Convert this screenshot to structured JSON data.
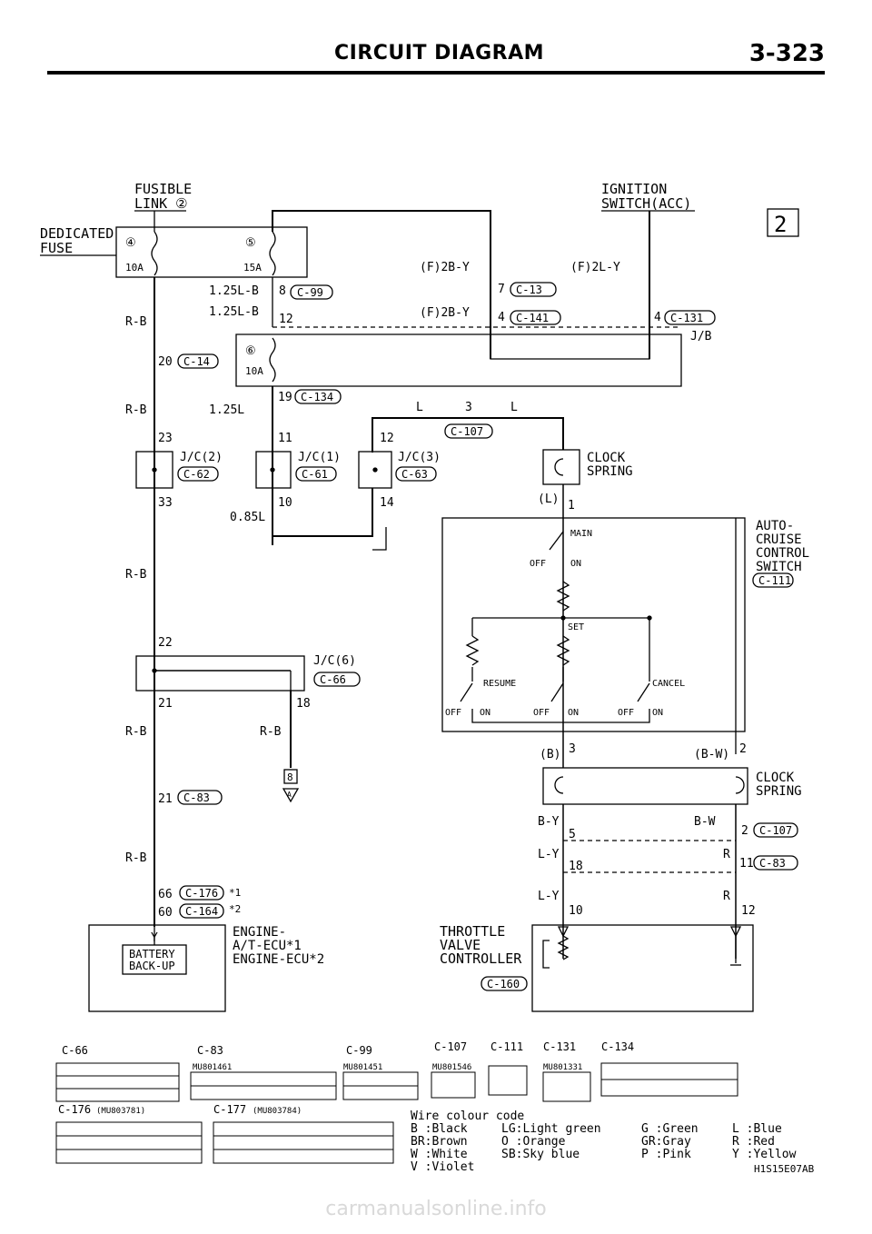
{
  "header": {
    "title": "CIRCUIT DIAGRAM",
    "page": "3-323"
  },
  "sheet_index": "2",
  "labels": {
    "fusible_link_1": "FUSIBLE",
    "fusible_link_2": "LINK ②",
    "dedicated_fuse_1": "DEDICATED",
    "dedicated_fuse_2": "FUSE",
    "ignition_1": "IGNITION",
    "ignition_2": "SWITCH(ACC)",
    "fuse4": "④",
    "fuse5": "⑤",
    "fuse6": "⑥",
    "amp10a": "10A",
    "amp15a": "15A",
    "amp10b": "10A",
    "jb": "J/B",
    "wire_125lb_1": "1.25L-B",
    "wire_125lb_2": "1.25L-B",
    "wire_125l": "1.25L",
    "wire_085l": "0.85L",
    "f2by_1": "(F)2B-Y",
    "f2by_2": "(F)2B-Y",
    "f2ly": "(F)2L-Y",
    "rb1": "R-B",
    "rb2": "R-B",
    "rb3": "R-B",
    "rb4": "R-B",
    "rb5": "R-B",
    "rb6": "R-B",
    "l1": "L",
    "l2": "L",
    "n3": "3",
    "jc2": "J/C(2)",
    "jc1": "J/C(1)",
    "jc3": "J/C(3)",
    "jc6": "J/C(6)",
    "clock_spring_1a": "CLOCK",
    "clock_spring_1b": "SPRING",
    "clock_spring_2a": "CLOCK",
    "clock_spring_2b": "SPRING",
    "auto_1": "AUTO-",
    "auto_2": "CRUISE",
    "auto_3": "CONTROL",
    "auto_4": "SWITCH",
    "main": "MAIN",
    "set": "SET",
    "resume": "RESUME",
    "cancel": "CANCEL",
    "off_on": "OFF",
    "on": "ON",
    "L_paren": "(L)",
    "B_paren": "(B)",
    "BW_paren": "(B-W)",
    "by": "B-Y",
    "bw": "B-W",
    "ly1": "L-Y",
    "ly2": "L-Y",
    "r1": "R",
    "r2": "R",
    "battery_1": "BATTERY",
    "battery_2": "BACK-UP",
    "engine_1": "ENGINE-",
    "engine_2": "A/T-ECU*1",
    "engine_3": "ENGINE-ECU*2",
    "y_label": "Y",
    "throttle_1": "THROTTLE",
    "throttle_2": "VALVE",
    "throttle_3": "CONTROLLER",
    "star1": "*1",
    "star2": "*2",
    "ground_8": "8",
    "ground_A": "A"
  },
  "pins": [
    "8",
    "12",
    "7",
    "4",
    "4",
    "20",
    "19",
    "23",
    "11",
    "12",
    "33",
    "10",
    "14",
    "1",
    "22",
    "21",
    "18",
    "21",
    "3",
    "2",
    "5",
    "2",
    "18",
    "11",
    "66",
    "60",
    "10",
    "12"
  ],
  "connectors": [
    "C-99",
    "C-13",
    "C-141",
    "C-131",
    "C-14",
    "C-134",
    "C-107",
    "C-62",
    "C-61",
    "C-63",
    "C-111",
    "C-66",
    "C-83",
    "C-176",
    "C-164",
    "C-107",
    "C-83",
    "C-160"
  ],
  "legend_connectors": {
    "c66": "C-66",
    "c83": "C-83",
    "c99": "C-99",
    "c107": "C-107",
    "c111": "C-111",
    "c131": "C-131",
    "c134": "C-134",
    "c176": "C-176",
    "c177": "C-177",
    "mu1": "MU801461",
    "mu2": "MU801451",
    "mu3": "MU801546",
    "mu4": "MU801331",
    "mu5": "(MU803781)",
    "mu6": "(MU803784)"
  },
  "wire_colour_code": {
    "title": "Wire colour code",
    "col1": [
      "B :Black",
      "BR:Brown",
      "W :White",
      "V :Violet"
    ],
    "col2": [
      "LG:Light green",
      "O :Orange",
      "SB:Sky blue"
    ],
    "col3": [
      "G :Green",
      "GR:Gray",
      "P :Pink"
    ],
    "col4": [
      "L :Blue",
      "R :Red",
      "Y :Yellow"
    ]
  },
  "figure_code": "H1S15E07AB",
  "watermark": "carmanualsonline.info"
}
